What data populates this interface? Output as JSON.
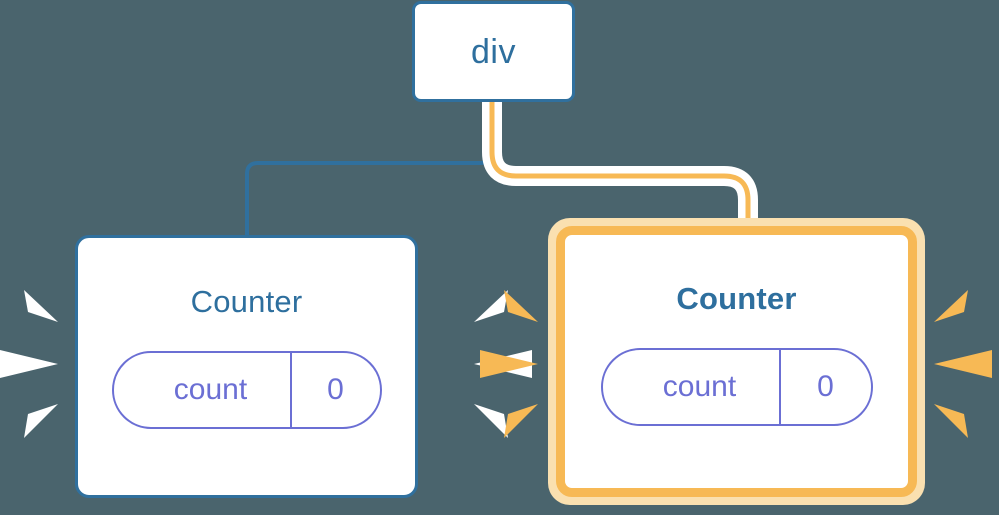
{
  "diagram": {
    "title": "component-tree-rerender-highlight",
    "background_color": "#4a646d"
  },
  "colors": {
    "background": "#4a646d",
    "node_fill": "#ffffff",
    "blue_border": "#30709e",
    "blue_text": "#2e6f9e",
    "pill_indigo": "#6b6fd4",
    "highlight_orange": "#f7b955",
    "highlight_orange_soft": "#fae0b0",
    "wire_white": "#ffffff"
  },
  "nodes": {
    "root": {
      "label": "div",
      "state": "idle",
      "highlighted": false
    },
    "counter_left": {
      "label": "Counter",
      "state_name": "count",
      "state_value": "0",
      "highlighted": false,
      "sparkle_color": "#ffffff"
    },
    "counter_right": {
      "label": "Counter",
      "state_name": "count",
      "state_value": "0",
      "highlighted": true,
      "sparkle_color": "#f7b955"
    }
  },
  "edges": [
    {
      "name": "div-to-counter-left",
      "from": "div",
      "to": "counter_left",
      "color": "#30709e",
      "highlighted": false
    },
    {
      "name": "div-to-counter-right",
      "from": "div",
      "to": "counter_right",
      "color": "#f7b955",
      "halo_color": "#ffffff",
      "highlighted": true
    }
  ],
  "sparkle_groups": [
    {
      "name": "sparkles-left-outer",
      "color": "#ffffff",
      "side": "left",
      "count": 3
    },
    {
      "name": "sparkles-left-inner",
      "color": "#ffffff",
      "side": "right",
      "count": 3
    },
    {
      "name": "sparkles-right-inner",
      "color": "#f7b955",
      "side": "left",
      "count": 3
    },
    {
      "name": "sparkles-right-outer",
      "color": "#f7b955",
      "side": "right",
      "count": 3
    }
  ]
}
